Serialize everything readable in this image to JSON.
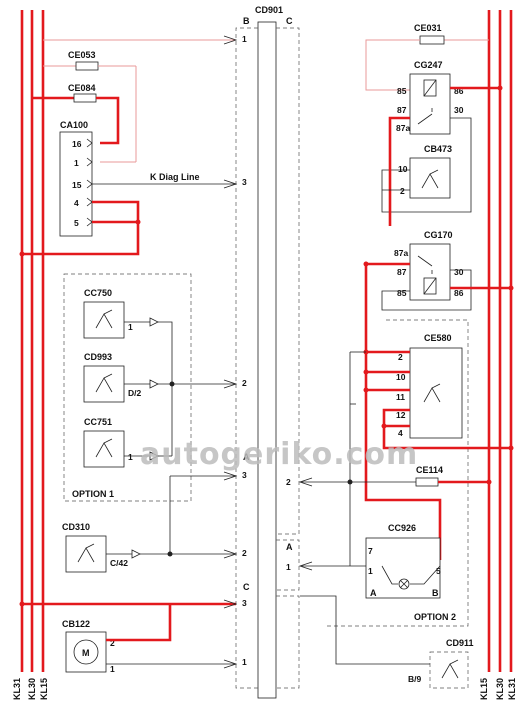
{
  "rails_left": [
    "KL31",
    "KL30",
    "KL15"
  ],
  "rails_right": [
    "KL15",
    "KL30",
    "KL31"
  ],
  "connector_main": {
    "name": "CD901",
    "side_left": "B",
    "side_right": "C"
  },
  "components": {
    "ce053": "CE053",
    "ce084": "CE084",
    "ca100": "CA100",
    "cc750": "CC750",
    "cd993": "CD993",
    "cc751": "CC751",
    "cd310": "CD310",
    "cb122": "CB122",
    "ce031": "CE031",
    "cg247": "CG247",
    "cb473": "CB473",
    "cg170": "CG170",
    "ce580": "CE580",
    "ce114": "CE114",
    "cc926": "CC926",
    "cd911": "CD911"
  },
  "labels": {
    "k_diag_line": "K Diag Line",
    "option1": "OPTION 1",
    "option2": "OPTION 2",
    "motor": "M",
    "watermark": "autogeriko.com"
  },
  "pins": {
    "ca100": [
      "16",
      "1",
      "15",
      "4",
      "5"
    ],
    "cd901_b": [
      "1",
      "3",
      "2",
      "3",
      "2",
      "3",
      "1"
    ],
    "cd901_b_letters": [
      "A",
      "C"
    ],
    "cd901_c_letter": "A",
    "cd901_c": [
      "2",
      "1"
    ],
    "cc750": "1",
    "cd993": "D/2",
    "cc751": "1",
    "cd310": "C/42",
    "cb122": [
      "2",
      "1"
    ],
    "cg247": [
      "85",
      "86",
      "87",
      "30",
      "87a"
    ],
    "cb473": [
      "10",
      "2"
    ],
    "cg170": [
      "87a",
      "87",
      "30",
      "85",
      "86"
    ],
    "ce580": [
      "2",
      "10",
      "11",
      "12",
      "4"
    ],
    "cc926": [
      "7",
      "1",
      "5",
      "A",
      "B"
    ],
    "cd911": "B/9"
  }
}
